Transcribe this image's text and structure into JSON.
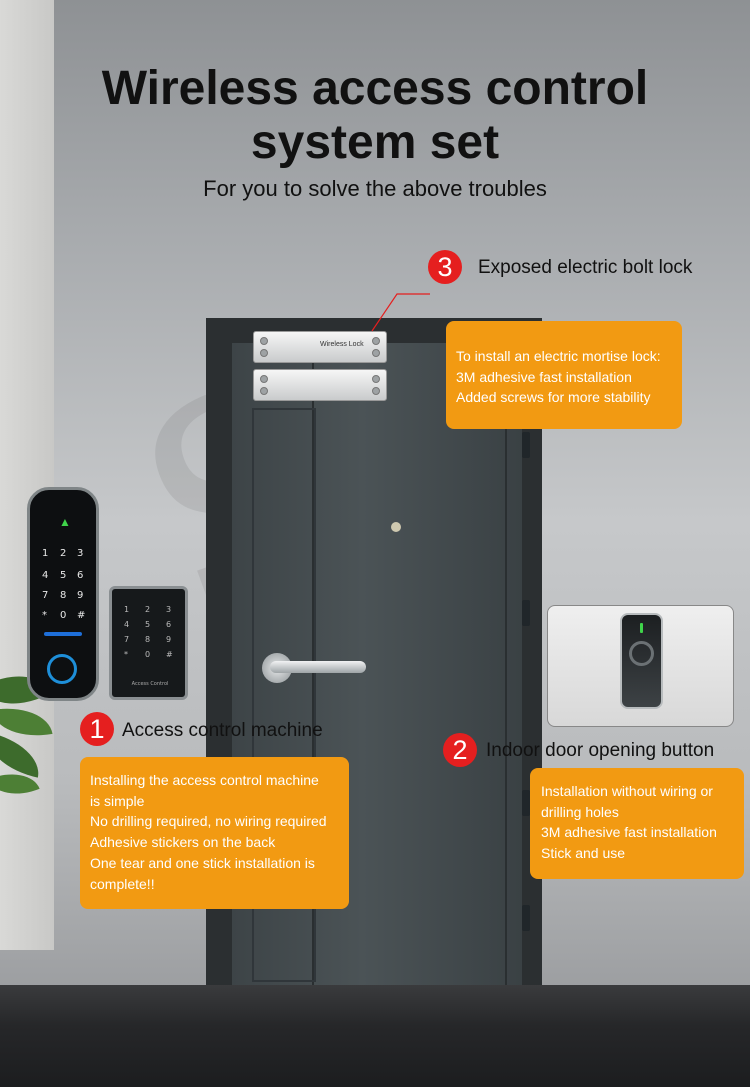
{
  "heading": {
    "title_line1": "Wireless access control",
    "title_line2": "system set",
    "subtitle": "For you to solve the above troubles"
  },
  "colors": {
    "badge": "#e51f1f",
    "callout_fill": "#f29a12",
    "door": "#454c4f",
    "led_green": "#3fd34a",
    "fingerprint_blue": "#1e8fd9"
  },
  "features": [
    {
      "number": "1",
      "label": "Access control machine",
      "details": [
        "Installing the access control machine",
        "is simple",
        "No drilling required, no wiring required",
        "Adhesive stickers on the back",
        "One tear and one stick installation is",
        "complete!!"
      ]
    },
    {
      "number": "2",
      "label": "Indoor door opening button",
      "details": [
        "Installation without wiring or",
        "drilling holes",
        "3M adhesive fast installation",
        "Stick and use"
      ]
    },
    {
      "number": "3",
      "label": "Exposed electric bolt lock",
      "details": [
        "To install an electric mortise lock:",
        "3M adhesive fast installation",
        "Added screws for more stability"
      ]
    }
  ],
  "devices": {
    "bolt_lock_text": "Wireless Lock",
    "keypad1_keys": [
      "1",
      "2",
      "3",
      "4",
      "5",
      "6",
      "7",
      "8",
      "9",
      "*",
      "0",
      "#"
    ],
    "keypad2_keys": [
      "1",
      "2",
      "3",
      "4",
      "5",
      "6",
      "7",
      "8",
      "9",
      "*",
      "0",
      "#"
    ],
    "keypad2_brand": "Access Control"
  }
}
